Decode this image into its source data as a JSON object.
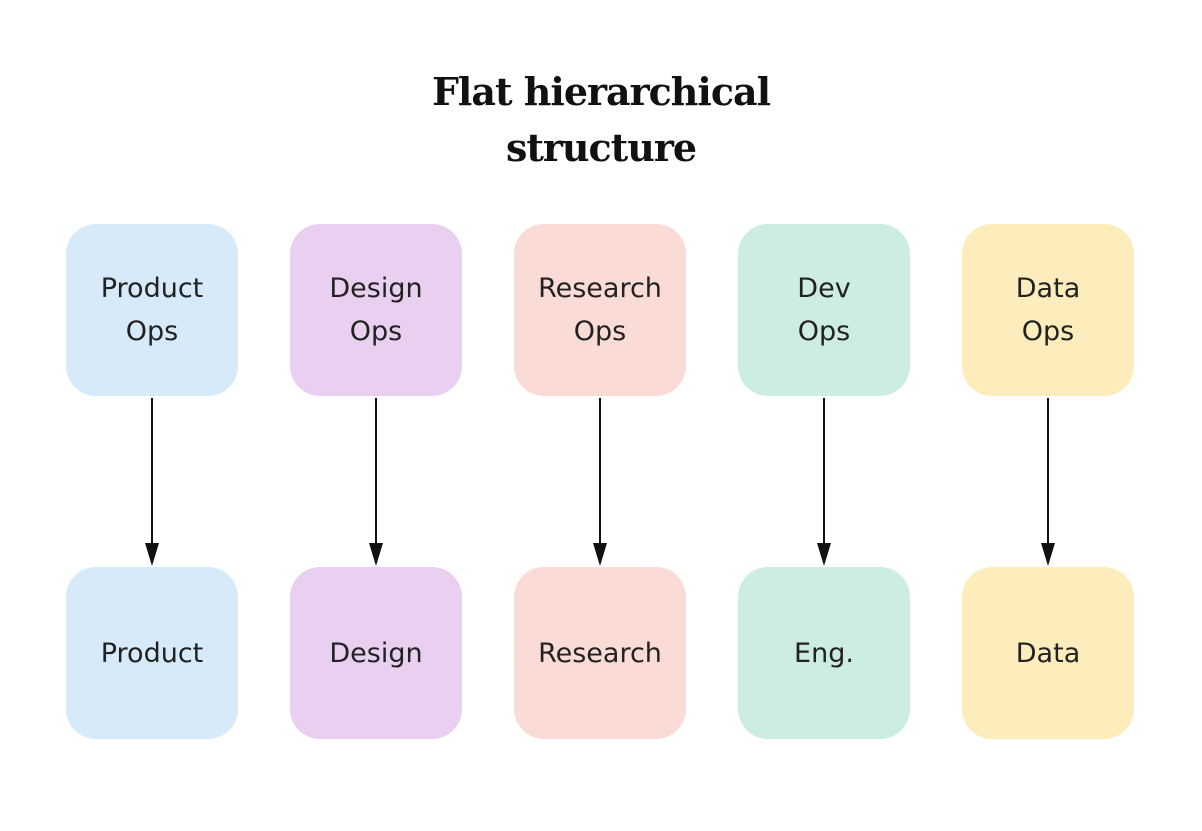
{
  "title": {
    "line1": "Flat hierarchical",
    "line2": "structure"
  },
  "columns": [
    {
      "top_line1": "Product",
      "top_line2": "Ops",
      "bottom": "Product",
      "color": "#d6eaf9"
    },
    {
      "top_line1": "Design",
      "top_line2": "Ops",
      "bottom": "Design",
      "color": "#ead0f0"
    },
    {
      "top_line1": "Research",
      "top_line2": "Ops",
      "bottom": "Research",
      "color": "#fadbd5"
    },
    {
      "top_line1": "Dev",
      "top_line2": "Ops",
      "bottom": "Eng.",
      "color": "#cdece3"
    },
    {
      "top_line1": "Data",
      "top_line2": "Ops",
      "bottom": "Data",
      "color": "#fdedbd"
    }
  ],
  "arrow_color": "#111111"
}
